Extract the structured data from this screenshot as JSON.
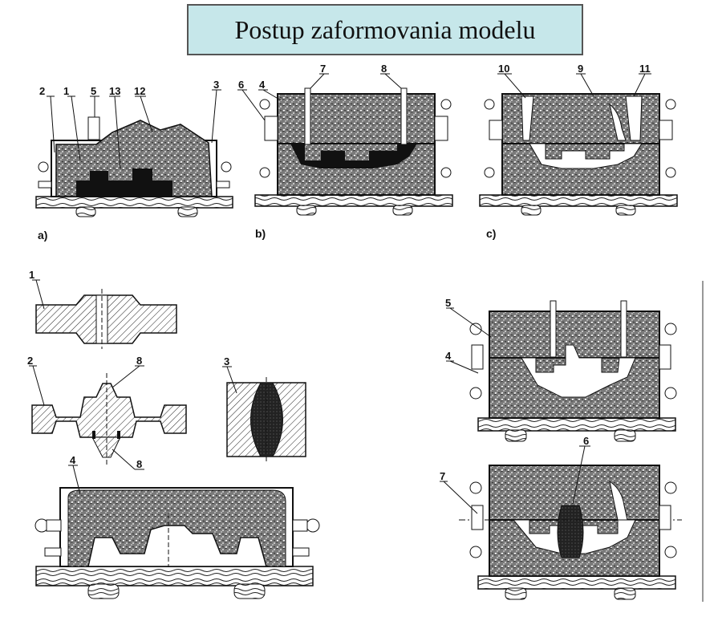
{
  "title": "Postup zaformovania modelu",
  "captions": {
    "a": "a)",
    "b": "b)",
    "c": "c)"
  },
  "top_labels": {
    "a": [
      "2",
      "1",
      "5",
      "13",
      "12",
      "3"
    ],
    "b": [
      "6",
      "4",
      "7",
      "8"
    ],
    "c": [
      "10",
      "9",
      "11"
    ]
  },
  "lower_left_labels": [
    "1",
    "2",
    "8",
    "8",
    "3",
    "4"
  ],
  "lower_right_labels": [
    "5",
    "4",
    "6",
    "7"
  ]
}
